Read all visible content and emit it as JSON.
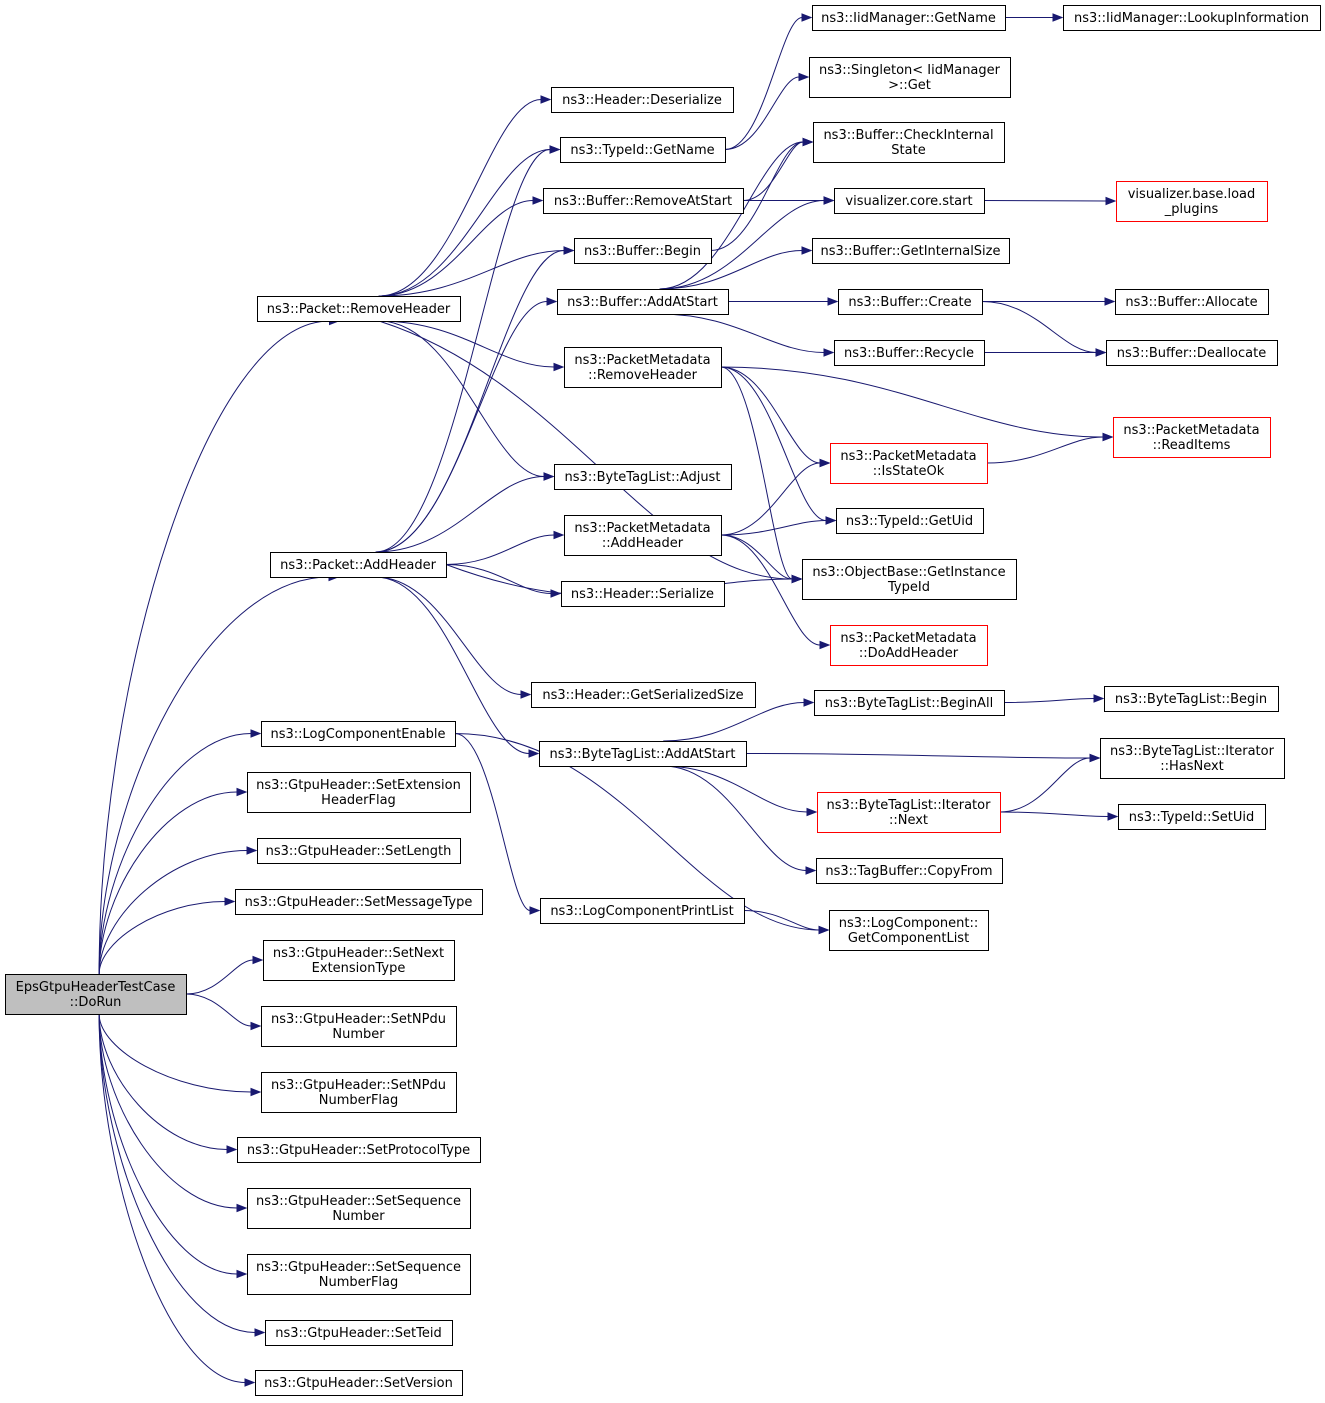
{
  "colors": {
    "edge": "#191970",
    "node_border": "#000000",
    "truncated_border": "#ff0000",
    "root_fill": "#bfbfbf"
  },
  "nodes": {
    "root": {
      "lines": [
        "EpsGtpuHeaderTestCase",
        "::DoRun"
      ]
    },
    "pkt_remove": {
      "lines": [
        "ns3::Packet::RemoveHeader"
      ]
    },
    "pkt_add": {
      "lines": [
        "ns3::Packet::AddHeader"
      ]
    },
    "log_enable": {
      "lines": [
        "ns3::LogComponentEnable"
      ]
    },
    "set_ext": {
      "lines": [
        "ns3::GtpuHeader::SetExtension",
        "HeaderFlag"
      ]
    },
    "set_len": {
      "lines": [
        "ns3::GtpuHeader::SetLength"
      ]
    },
    "set_msg": {
      "lines": [
        "ns3::GtpuHeader::SetMessageType"
      ]
    },
    "set_next": {
      "lines": [
        "ns3::GtpuHeader::SetNext",
        "ExtensionType"
      ]
    },
    "set_npdu": {
      "lines": [
        "ns3::GtpuHeader::SetNPdu",
        "Number"
      ]
    },
    "set_npduf": {
      "lines": [
        "ns3::GtpuHeader::SetNPdu",
        "NumberFlag"
      ]
    },
    "set_proto": {
      "lines": [
        "ns3::GtpuHeader::SetProtocolType"
      ]
    },
    "set_seq": {
      "lines": [
        "ns3::GtpuHeader::SetSequence",
        "Number"
      ]
    },
    "set_seqf": {
      "lines": [
        "ns3::GtpuHeader::SetSequence",
        "NumberFlag"
      ]
    },
    "set_teid": {
      "lines": [
        "ns3::GtpuHeader::SetTeid"
      ]
    },
    "set_ver": {
      "lines": [
        "ns3::GtpuHeader::SetVersion"
      ]
    },
    "hdr_deser": {
      "lines": [
        "ns3::Header::Deserialize"
      ]
    },
    "typeid_name": {
      "lines": [
        "ns3::TypeId::GetName"
      ]
    },
    "buf_remove": {
      "lines": [
        "ns3::Buffer::RemoveAtStart"
      ]
    },
    "buf_begin": {
      "lines": [
        "ns3::Buffer::Begin"
      ]
    },
    "buf_addstart": {
      "lines": [
        "ns3::Buffer::AddAtStart"
      ]
    },
    "pm_remove": {
      "lines": [
        "ns3::PacketMetadata",
        "::RemoveHeader"
      ]
    },
    "btl_adjust": {
      "lines": [
        "ns3::ByteTagList::Adjust"
      ]
    },
    "pm_add": {
      "lines": [
        "ns3::PacketMetadata",
        "::AddHeader"
      ]
    },
    "hdr_ser": {
      "lines": [
        "ns3::Header::Serialize"
      ]
    },
    "hdr_size": {
      "lines": [
        "ns3::Header::GetSerializedSize"
      ]
    },
    "btl_addstart": {
      "lines": [
        "ns3::ByteTagList::AddAtStart"
      ]
    },
    "log_print": {
      "lines": [
        "ns3::LogComponentPrintList"
      ]
    },
    "iid_name": {
      "lines": [
        "ns3::IidManager::GetName"
      ]
    },
    "singleton": {
      "lines": [
        "ns3::Singleton< IidManager",
        ">::Get"
      ]
    },
    "buf_check": {
      "lines": [
        "ns3::Buffer::CheckInternal",
        "State"
      ]
    },
    "vis_start": {
      "lines": [
        "visualizer.core.start"
      ]
    },
    "buf_intsize": {
      "lines": [
        "ns3::Buffer::GetInternalSize"
      ]
    },
    "buf_create": {
      "lines": [
        "ns3::Buffer::Create"
      ]
    },
    "buf_recycle": {
      "lines": [
        "ns3::Buffer::Recycle"
      ]
    },
    "pm_isok": {
      "lines": [
        "ns3::PacketMetadata",
        "::IsStateOk"
      ]
    },
    "typeid_uid": {
      "lines": [
        "ns3::TypeId::GetUid"
      ]
    },
    "ob_getinst": {
      "lines": [
        "ns3::ObjectBase::GetInstance",
        "TypeId"
      ]
    },
    "pm_doadd": {
      "lines": [
        "ns3::PacketMetadata",
        "::DoAddHeader"
      ]
    },
    "btl_beginall": {
      "lines": [
        "ns3::ByteTagList::BeginAll"
      ]
    },
    "btl_next": {
      "lines": [
        "ns3::ByteTagList::Iterator",
        "::Next"
      ]
    },
    "tagbuf_copy": {
      "lines": [
        "ns3::TagBuffer::CopyFrom"
      ]
    },
    "logcomp_list": {
      "lines": [
        "ns3::LogComponent::",
        "GetComponentList"
      ]
    },
    "iid_lookup": {
      "lines": [
        "ns3::IidManager::LookupInformation"
      ]
    },
    "vis_load": {
      "lines": [
        "visualizer.base.load",
        "_plugins"
      ]
    },
    "buf_allocate": {
      "lines": [
        "ns3::Buffer::Allocate"
      ]
    },
    "buf_dealloc": {
      "lines": [
        "ns3::Buffer::Deallocate"
      ]
    },
    "pm_readitems": {
      "lines": [
        "ns3::PacketMetadata",
        "::ReadItems"
      ]
    },
    "btl_begin": {
      "lines": [
        "ns3::ByteTagList::Begin"
      ]
    },
    "btl_hasnext": {
      "lines": [
        "ns3::ByteTagList::Iterator",
        "::HasNext"
      ]
    },
    "typeid_setuid": {
      "lines": [
        "ns3::TypeId::SetUid"
      ]
    }
  },
  "edges": [
    [
      "root",
      "pkt_remove"
    ],
    [
      "root",
      "pkt_add"
    ],
    [
      "root",
      "log_enable"
    ],
    [
      "root",
      "set_ext"
    ],
    [
      "root",
      "set_len"
    ],
    [
      "root",
      "set_msg"
    ],
    [
      "root",
      "set_next"
    ],
    [
      "root",
      "set_npdu"
    ],
    [
      "root",
      "set_npduf"
    ],
    [
      "root",
      "set_proto"
    ],
    [
      "root",
      "set_seq"
    ],
    [
      "root",
      "set_seqf"
    ],
    [
      "root",
      "set_teid"
    ],
    [
      "root",
      "set_ver"
    ],
    [
      "pkt_remove",
      "hdr_deser"
    ],
    [
      "pkt_remove",
      "typeid_name"
    ],
    [
      "pkt_remove",
      "buf_remove"
    ],
    [
      "pkt_remove",
      "buf_begin"
    ],
    [
      "pkt_remove",
      "pm_remove"
    ],
    [
      "pkt_remove",
      "btl_adjust"
    ],
    [
      "pkt_remove",
      "ob_getinst"
    ],
    [
      "pkt_add",
      "typeid_name"
    ],
    [
      "pkt_add",
      "buf_begin"
    ],
    [
      "pkt_add",
      "buf_addstart"
    ],
    [
      "pkt_add",
      "btl_adjust"
    ],
    [
      "pkt_add",
      "pm_add"
    ],
    [
      "pkt_add",
      "hdr_ser"
    ],
    [
      "pkt_add",
      "ob_getinst"
    ],
    [
      "pkt_add",
      "hdr_size"
    ],
    [
      "pkt_add",
      "btl_addstart"
    ],
    [
      "log_enable",
      "log_print"
    ],
    [
      "log_enable",
      "logcomp_list"
    ],
    [
      "typeid_name",
      "iid_name"
    ],
    [
      "typeid_name",
      "singleton"
    ],
    [
      "buf_remove",
      "buf_check"
    ],
    [
      "buf_remove",
      "vis_start"
    ],
    [
      "buf_begin",
      "buf_check"
    ],
    [
      "buf_addstart",
      "buf_check"
    ],
    [
      "buf_addstart",
      "vis_start"
    ],
    [
      "buf_addstart",
      "buf_intsize"
    ],
    [
      "buf_addstart",
      "buf_create"
    ],
    [
      "buf_addstart",
      "buf_recycle"
    ],
    [
      "pm_remove",
      "pm_readitems"
    ],
    [
      "pm_remove",
      "pm_isok"
    ],
    [
      "pm_remove",
      "typeid_uid"
    ],
    [
      "pm_remove",
      "ob_getinst"
    ],
    [
      "pm_add",
      "pm_isok"
    ],
    [
      "pm_add",
      "typeid_uid"
    ],
    [
      "pm_add",
      "ob_getinst"
    ],
    [
      "pm_add",
      "pm_doadd"
    ],
    [
      "btl_addstart",
      "btl_beginall"
    ],
    [
      "btl_addstart",
      "btl_hasnext"
    ],
    [
      "btl_addstart",
      "btl_next"
    ],
    [
      "btl_addstart",
      "tagbuf_copy"
    ],
    [
      "log_print",
      "logcomp_list"
    ],
    [
      "iid_name",
      "iid_lookup"
    ],
    [
      "vis_start",
      "vis_load"
    ],
    [
      "buf_create",
      "buf_allocate"
    ],
    [
      "buf_create",
      "buf_dealloc"
    ],
    [
      "buf_recycle",
      "buf_dealloc"
    ],
    [
      "pm_isok",
      "pm_readitems"
    ],
    [
      "btl_beginall",
      "btl_begin"
    ],
    [
      "btl_next",
      "btl_hasnext"
    ],
    [
      "btl_next",
      "typeid_setuid"
    ]
  ]
}
